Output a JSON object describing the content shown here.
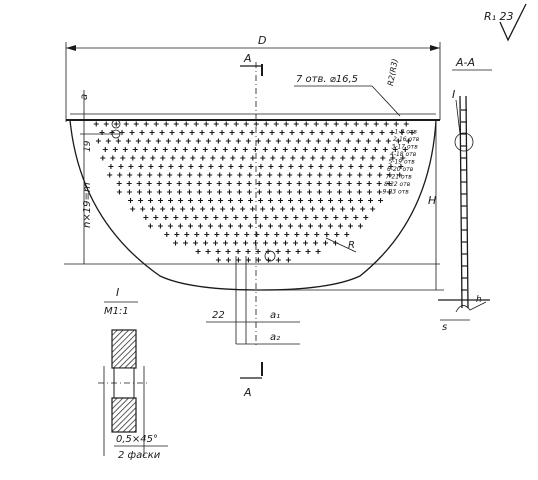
{
  "drawing": {
    "sheet_ref": "R₁ 23",
    "dimensions": {
      "overall_width": "D",
      "hole_spec": "7 отв. ⌀16,5",
      "pitch_a": "a",
      "offset_19": "19",
      "row_span": "n×19=m",
      "height_H": "H",
      "dim_22": "22",
      "dim_a1": "a₁",
      "dim_a2": "a₂",
      "dim_s": "s",
      "radius_R": "R",
      "row_label": "R2(R3)"
    },
    "section": {
      "mark_top": "A",
      "mark_bottom": "A",
      "title": "А-А",
      "detail_callout": "I",
      "weld_mark": "h"
    },
    "detail": {
      "label": "I",
      "scale": "М1:1",
      "chamfer": "0,5×45°",
      "note": "2 фаски"
    },
    "row_marks": [
      "",
      "1-9 отв",
      "2-16 отв",
      "3-17 отв",
      "4-18 отв",
      "5-19 отв",
      "6-20 отв",
      "7-21 отв",
      "8-22 отв",
      "9-23 отв"
    ]
  }
}
